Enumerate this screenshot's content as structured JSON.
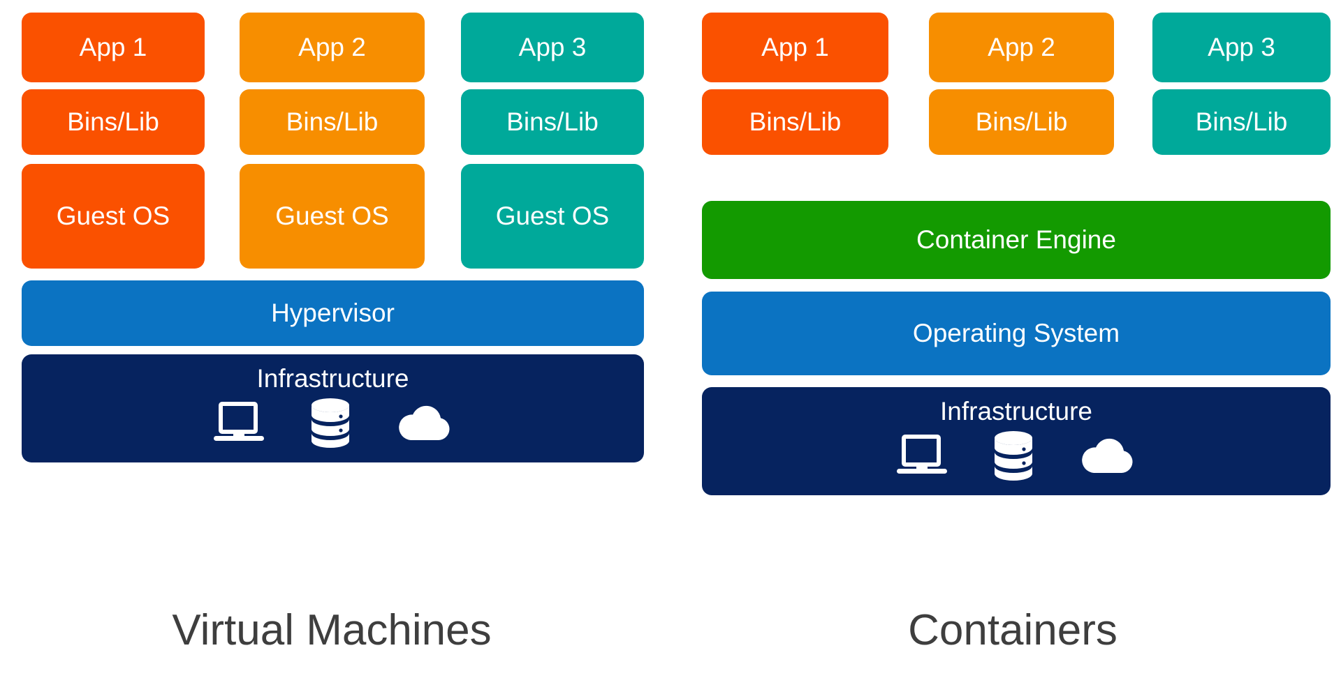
{
  "diagram": {
    "title_vm": "Virtual Machines",
    "title_containers": "Containers",
    "colors": {
      "orange_red": "#FA5100",
      "orange": "#F78E00",
      "teal": "#00A99A",
      "blue": "#0B73C2",
      "green": "#139A00",
      "navy": "#06235F",
      "caption_text": "#3e3e3e",
      "block_text": "#ffffff",
      "background": "#ffffff"
    },
    "icons": [
      "laptop-icon",
      "database-icon",
      "cloud-icon"
    ]
  },
  "vm": {
    "caption": "Virtual Machines",
    "columns": [
      {
        "app": "App 1",
        "bins": "Bins/Lib",
        "guest": "Guest OS",
        "color": "#FA5100"
      },
      {
        "app": "App 2",
        "bins": "Bins/Lib",
        "guest": "Guest OS",
        "color": "#F78E00"
      },
      {
        "app": "App 3",
        "bins": "Bins/Lib",
        "guest": "Guest OS",
        "color": "#00A99A"
      }
    ],
    "layers": [
      {
        "label": "Hypervisor",
        "color": "#0B73C2"
      },
      {
        "label": "Infrastructure",
        "color": "#06235F"
      }
    ],
    "hypervisor_label": "Hypervisor",
    "infrastructure_label": "Infrastructure"
  },
  "containers": {
    "caption": "Containers",
    "columns": [
      {
        "app": "App 1",
        "bins": "Bins/Lib",
        "color": "#FA5100"
      },
      {
        "app": "App 2",
        "bins": "Bins/Lib",
        "color": "#F78E00"
      },
      {
        "app": "App 3",
        "bins": "Bins/Lib",
        "color": "#00A99A"
      }
    ],
    "layers": [
      {
        "label": "Container Engine",
        "color": "#139A00"
      },
      {
        "label": "Operating System",
        "color": "#0B73C2"
      },
      {
        "label": "Infrastructure",
        "color": "#06235F"
      }
    ],
    "container_engine_label": "Container Engine",
    "operating_system_label": "Operating System",
    "infrastructure_label": "Infrastructure"
  }
}
